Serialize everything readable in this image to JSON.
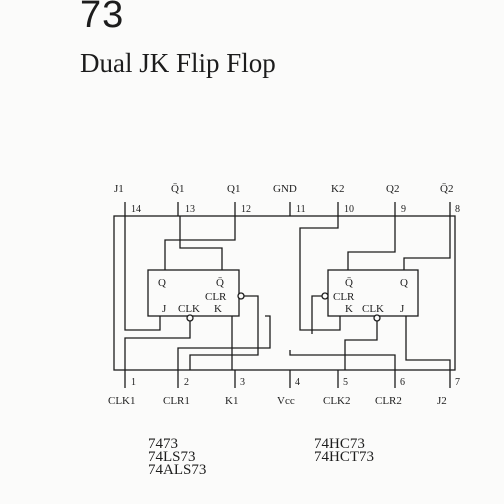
{
  "header": {
    "chip_number": "73",
    "title": "Dual JK Flip Flop"
  },
  "pins_top": [
    {
      "num": "14",
      "label": "J1"
    },
    {
      "num": "13",
      "label": "Q̄1"
    },
    {
      "num": "12",
      "label": "Q1"
    },
    {
      "num": "11",
      "label": "GND"
    },
    {
      "num": "10",
      "label": "K2"
    },
    {
      "num": "9",
      "label": "Q2"
    },
    {
      "num": "8",
      "label": "Q̄2"
    }
  ],
  "pins_bottom": [
    {
      "num": "1",
      "label": "CLK1"
    },
    {
      "num": "2",
      "label": "CLR1"
    },
    {
      "num": "3",
      "label": "K1"
    },
    {
      "num": "4",
      "label": "Vcc"
    },
    {
      "num": "5",
      "label": "CLK2"
    },
    {
      "num": "6",
      "label": "CLR2"
    },
    {
      "num": "7",
      "label": "J2"
    }
  ],
  "flipflop1": {
    "q": "Q",
    "qbar": "Q̄",
    "clr": "CLR",
    "j": "J",
    "clk": "CLK",
    "k": "K"
  },
  "flipflop2": {
    "qbar": "Q̄",
    "q": "Q",
    "clr": "CLR",
    "k": "K",
    "clk": "CLK",
    "j": "J"
  },
  "part_numbers": {
    "left": [
      "7473",
      "74LS73",
      "74ALS73"
    ],
    "right": [
      "74HC73",
      "74HCT73"
    ]
  }
}
